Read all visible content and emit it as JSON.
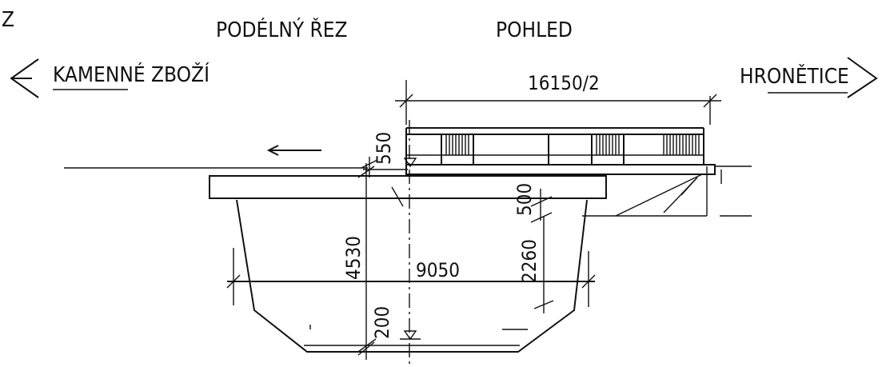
{
  "corner_mark": "Z",
  "headings": {
    "longitudinal_section": "PODÉLNÝ ŘEZ",
    "view": "POHLED"
  },
  "directions": {
    "left": "KAMENNÉ ZBOŽÍ",
    "right": "HRONĚTICE"
  },
  "dimensions": {
    "half_length": "16150/2",
    "railing_height": "550",
    "deck_thickness": "500",
    "total_height": "4530",
    "span": "9050",
    "clear_height": "2260",
    "bottom": "200"
  }
}
